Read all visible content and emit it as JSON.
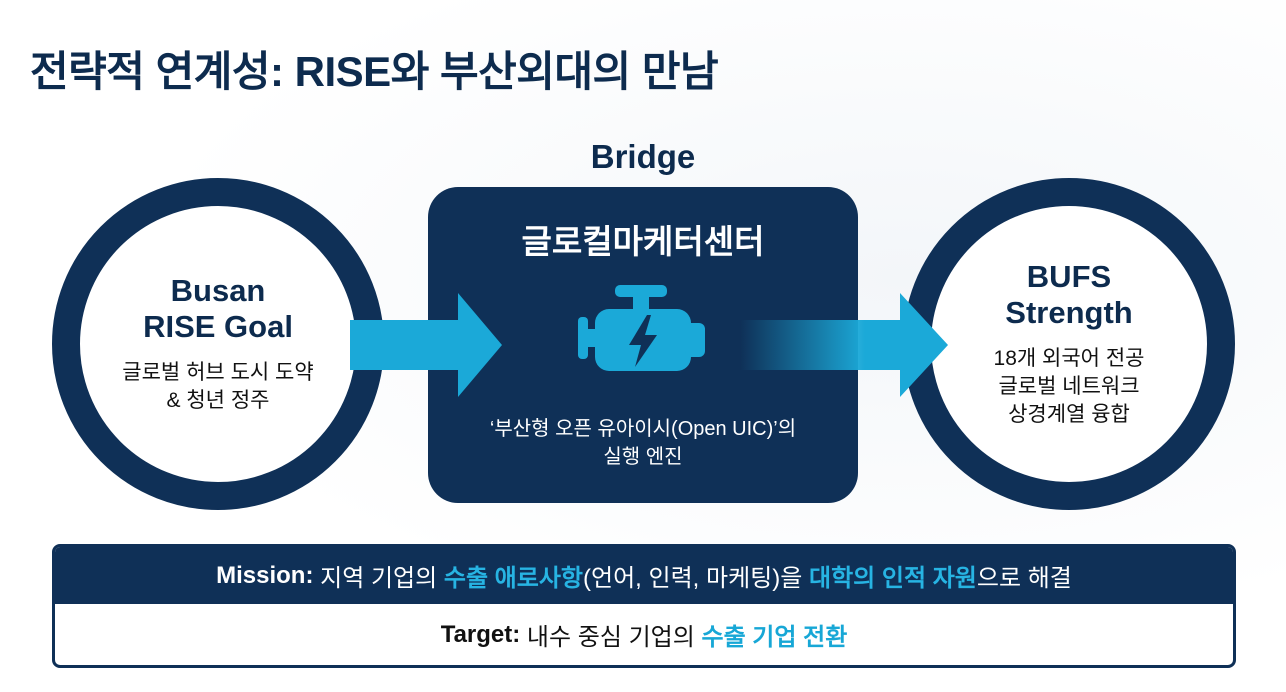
{
  "title": "전략적 연계성: RISE와 부산외대의 만남",
  "bridge_label": "Bridge",
  "left": {
    "head1": "Busan",
    "head2": "RISE Goal",
    "line1": "글로벌 허브 도시 도약",
    "line2": "& 청년 정주"
  },
  "center": {
    "head": "글로컬마케터센터",
    "line1": "‘부산형 오픈 유아이시(Open UIC)’의",
    "line2": "실행 엔진",
    "icon": "engine-icon"
  },
  "right": {
    "head1": "BUFS",
    "head2": "Strength",
    "line1": "18개 외국어 전공",
    "line2": "글로벌 네트워크",
    "line3": "상경계열 융합"
  },
  "mission": {
    "label": "Mission:",
    "t1": " 지역 기업의 ",
    "h1": "수출 애로사항",
    "t2": "(언어, 인력, 마케팅)을 ",
    "h2": "대학의 인적 자원",
    "t3": "으로 해결"
  },
  "target": {
    "label": "Target:",
    "t1": " 내수 중심 기업의 ",
    "h1": "수출 기업 전환"
  },
  "colors": {
    "navy": "#0f3057",
    "cyan": "#1ba9d8"
  }
}
